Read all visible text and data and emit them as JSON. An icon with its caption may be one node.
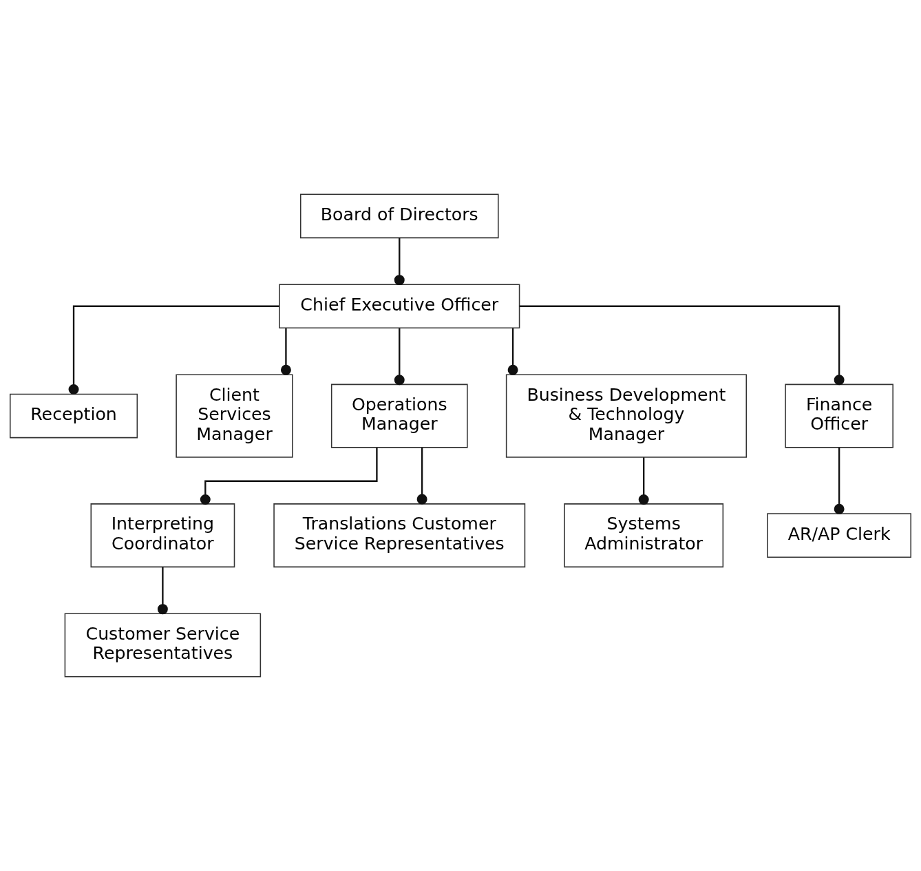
{
  "diagram": {
    "nodes": [
      {
        "text": [
          "Board of Directors"
        ]
      },
      {
        "text": [
          "Chief Executive Officer"
        ]
      },
      {
        "text": [
          "Reception"
        ]
      },
      {
        "text": [
          "Client Services Manager"
        ]
      },
      {
        "text": [
          "Operations Manager"
        ]
      },
      {
        "text": [
          "Business Development & Technology Manager"
        ]
      },
      {
        "text": [
          "Finance Officer"
        ]
      },
      {
        "text": [
          "Interpreting Coordinator"
        ]
      },
      {
        "text": [
          "Translations Customer Service Representatives"
        ]
      },
      {
        "text": [
          "AR/AP Clerk"
        ]
      },
      {
        "text": [
          "Customer Service Representatives"
        ]
      },
      {
        "text": [
          "Systems Administrator"
        ]
      }
    ],
    "edges": [
      {
        "from": 0,
        "to": 1,
        "arrow": "other"
      },
      {
        "from": 1,
        "to": 2,
        "arrow": "other"
      },
      {
        "from": 1,
        "to": 3,
        "arrow": "other"
      },
      {
        "from": 1,
        "to": 4,
        "arrow": "other"
      },
      {
        "from": 1,
        "to": 5,
        "arrow": "other"
      },
      {
        "from": 1,
        "to": 6,
        "arrow": "other"
      },
      {
        "from": 4,
        "to": 7,
        "arrow": "other"
      },
      {
        "from": 4,
        "to": 8,
        "arrow": "other"
      },
      {
        "from": 6,
        "to": 9,
        "arrow": "other"
      },
      {
        "from": 7,
        "to": 10,
        "arrow": "other"
      },
      {
        "from": 5,
        "to": 11,
        "arrow": "other"
      }
    ]
  }
}
